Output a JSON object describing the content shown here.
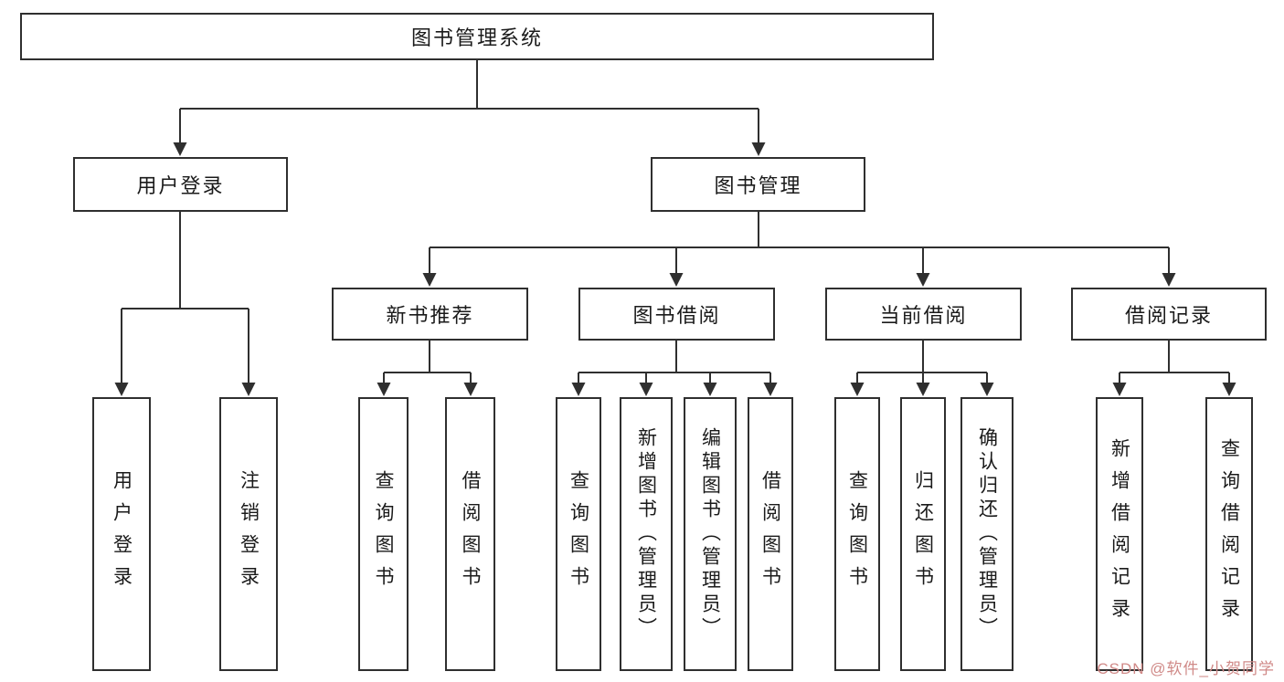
{
  "diagram": {
    "root": {
      "label": "图书管理系统"
    },
    "level2": [
      {
        "id": "user-login",
        "label": "用户登录"
      },
      {
        "id": "book-management",
        "label": "图书管理"
      }
    ],
    "level3": [
      {
        "id": "new-book-recommend",
        "label": "新书推荐"
      },
      {
        "id": "book-borrow",
        "label": "图书借阅"
      },
      {
        "id": "current-borrow",
        "label": "当前借阅"
      },
      {
        "id": "borrow-records",
        "label": "借阅记录"
      }
    ],
    "leaves": {
      "login": [
        {
          "label": "用户登录"
        },
        {
          "label": "注销登录"
        }
      ],
      "recommend": [
        {
          "label": "查询图书"
        },
        {
          "label": "借阅图书"
        }
      ],
      "borrow": [
        {
          "label": "查询图书"
        },
        {
          "label": "新增图书（管理员）"
        },
        {
          "label": "编辑图书（管理员）"
        },
        {
          "label": "借阅图书"
        }
      ],
      "current": [
        {
          "label": "查询图书"
        },
        {
          "label": "归还图书"
        },
        {
          "label": "确认归还（管理员）"
        }
      ],
      "records": [
        {
          "label": "新增借阅记录"
        },
        {
          "label": "查询借阅记录"
        }
      ]
    }
  },
  "watermark": {
    "text": "CSDN @软件_小贺同学"
  },
  "colors": {
    "line": "#2f2f2f",
    "text": "#1a1a1a",
    "watermark": "#d08a88",
    "background": "#ffffff"
  }
}
